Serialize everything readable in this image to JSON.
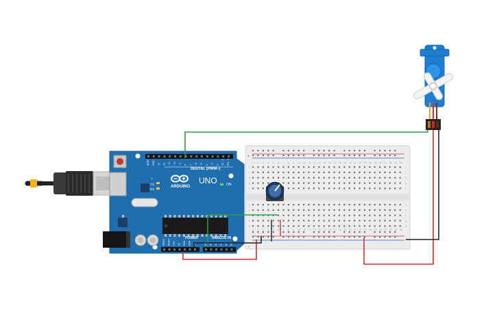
{
  "arduino": {
    "model": "UNO",
    "brand": "ARDUINO",
    "digital_header": "DIGITAL (PWM~)",
    "power_header": "POWER",
    "analog_header": "ANALOG IN",
    "pin_on": "ON",
    "pin_tx": "TX",
    "pin_rx": "RX",
    "pin_l": "L",
    "digital_pins": [
      "AREF",
      "GND",
      "13",
      "12",
      "~11",
      "~10",
      "~9",
      "8",
      "7",
      "~6",
      "~5",
      "4",
      "~3",
      "2",
      "TX→1",
      "RX←0"
    ],
    "power_pins": [
      "IOREF",
      "RESET",
      "3.3V",
      "5V",
      "GND",
      "GND",
      "Vin"
    ],
    "analog_pins": [
      "A0",
      "A1",
      "A2",
      "A3",
      "A4",
      "A5"
    ]
  },
  "breadboard": {
    "column_numbers": [
      "1",
      "2",
      "3",
      "4",
      "5",
      "6",
      "7",
      "8",
      "9",
      "10",
      "11",
      "12",
      "13",
      "14",
      "15",
      "16",
      "17",
      "18",
      "19",
      "20",
      "21",
      "22",
      "23",
      "24",
      "25",
      "26",
      "27",
      "28",
      "29",
      "30"
    ],
    "rows_top": [
      "j",
      "i",
      "h",
      "g",
      "f"
    ],
    "rows_bottom": [
      "e",
      "d",
      "c",
      "b",
      "a"
    ],
    "rail_plus": "+",
    "rail_minus": "-"
  },
  "wires": {
    "signal_color": "#2e9e3f",
    "power_color": "#d32f2f",
    "ground_color": "#222222"
  },
  "colors": {
    "board": "#1f6fb0",
    "servo": "#1e7fd0",
    "breadboard": "#ededed",
    "rail_red": "#d32f2f",
    "rail_blue": "#1e63c7"
  }
}
